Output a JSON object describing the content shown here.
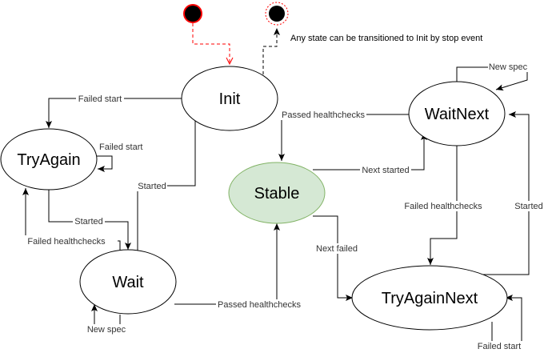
{
  "diagram": {
    "note": "Any state can be transitioned to Init by stop event",
    "states": {
      "init": "Init",
      "try_again": "TryAgain",
      "wait": "Wait",
      "stable": "Stable",
      "wait_next": "WaitNext",
      "try_again_next": "TryAgainNext"
    },
    "edges": {
      "init_try_again": "Failed start",
      "try_again_self": "Failed start",
      "init_wait": "Started",
      "try_again_wait": "Started",
      "wait_try_again": "Failed healthchecks",
      "wait_self": "New spec",
      "wait_stable": "Passed healthchecks",
      "wait_next_stable": "Passed healthchecks",
      "stable_wait_next": "Next started",
      "wait_next_self": "New spec",
      "wait_next_try_again_next": "Failed healthchecks",
      "try_again_next_wait_next": "Started",
      "stable_try_again_next": "Next failed",
      "try_again_next_self": "Failed start"
    },
    "colors": {
      "initial_marker_fill": "#000000",
      "initial_marker_border": "#ff0000",
      "stable_fill": "#d5e8d4",
      "stable_stroke": "#82b366"
    }
  }
}
